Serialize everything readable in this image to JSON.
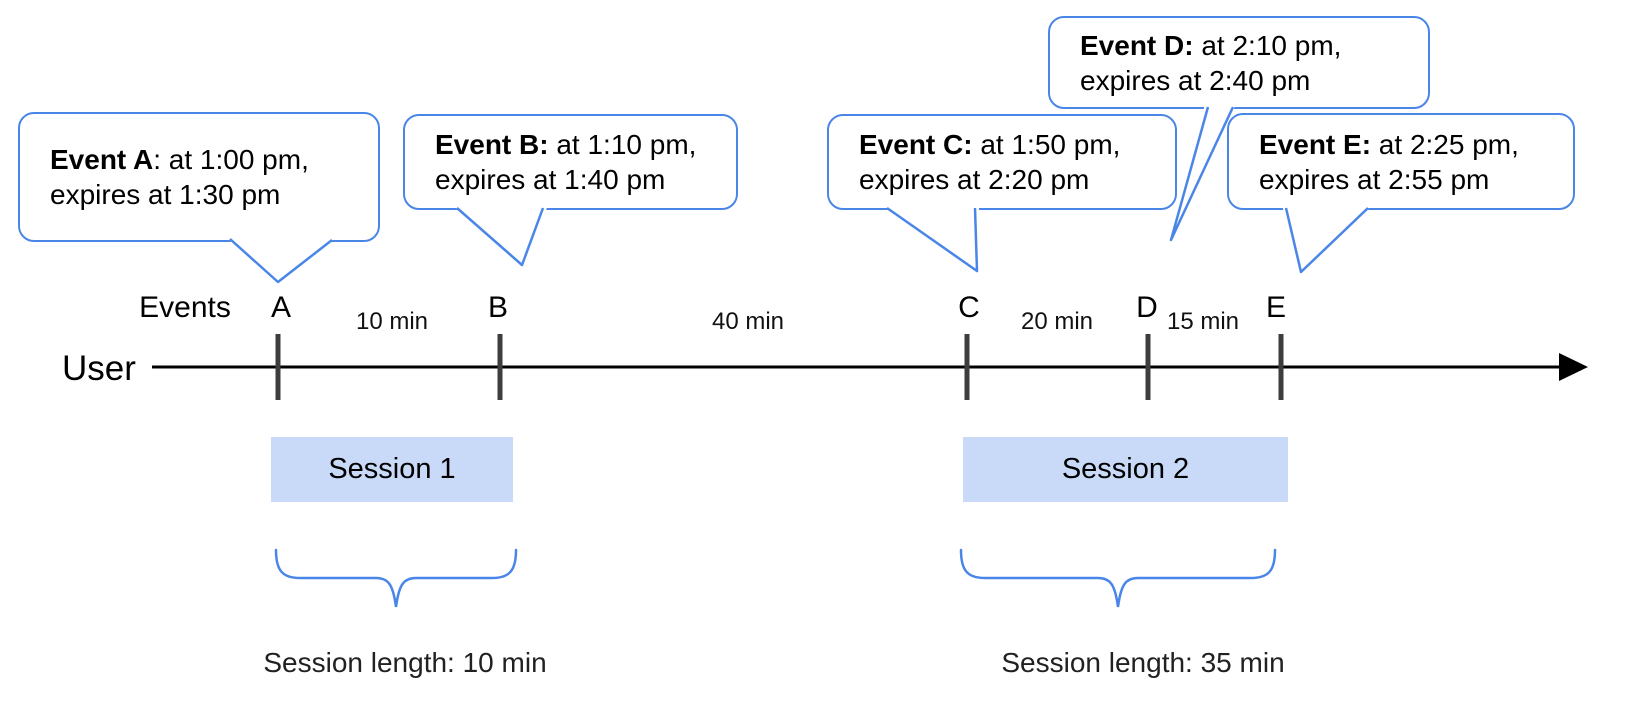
{
  "bubbles": [
    {
      "letter": "A",
      "bold": "Event A",
      "line1_rest": ": at 1:00 pm,",
      "line2": "expires at 1:30 pm"
    },
    {
      "letter": "B",
      "bold": "Event B:",
      "line1_rest": " at 1:10 pm,",
      "line2": "expires at 1:40 pm"
    },
    {
      "letter": "C",
      "bold": "Event C:",
      "line1_rest": " at 1:50 pm,",
      "line2": "expires at 2:20 pm"
    },
    {
      "letter": "D",
      "bold": "Event D:",
      "line1_rest": " at 2:10 pm,",
      "line2": "expires at 2:40 pm"
    },
    {
      "letter": "E",
      "bold": "Event E:",
      "line1_rest": " at 2:25 pm,",
      "line2": "expires at 2:55 pm"
    }
  ],
  "timeline": {
    "user_label": "User",
    "events_label": "Events",
    "event_letters": [
      "A",
      "B",
      "C",
      "D",
      "E"
    ],
    "intervals": [
      "10 min",
      "40 min",
      "20 min",
      "15 min"
    ]
  },
  "sessions": [
    {
      "label": "Session 1",
      "length_label": "Session length: 10 min"
    },
    {
      "label": "Session 2",
      "length_label": "Session length: 35 min"
    }
  ],
  "colors": {
    "accent_blue": "#4a86e8",
    "session_fill": "#c9daf8",
    "tick_gray": "#3d3d3d",
    "axis_black": "#000000"
  }
}
